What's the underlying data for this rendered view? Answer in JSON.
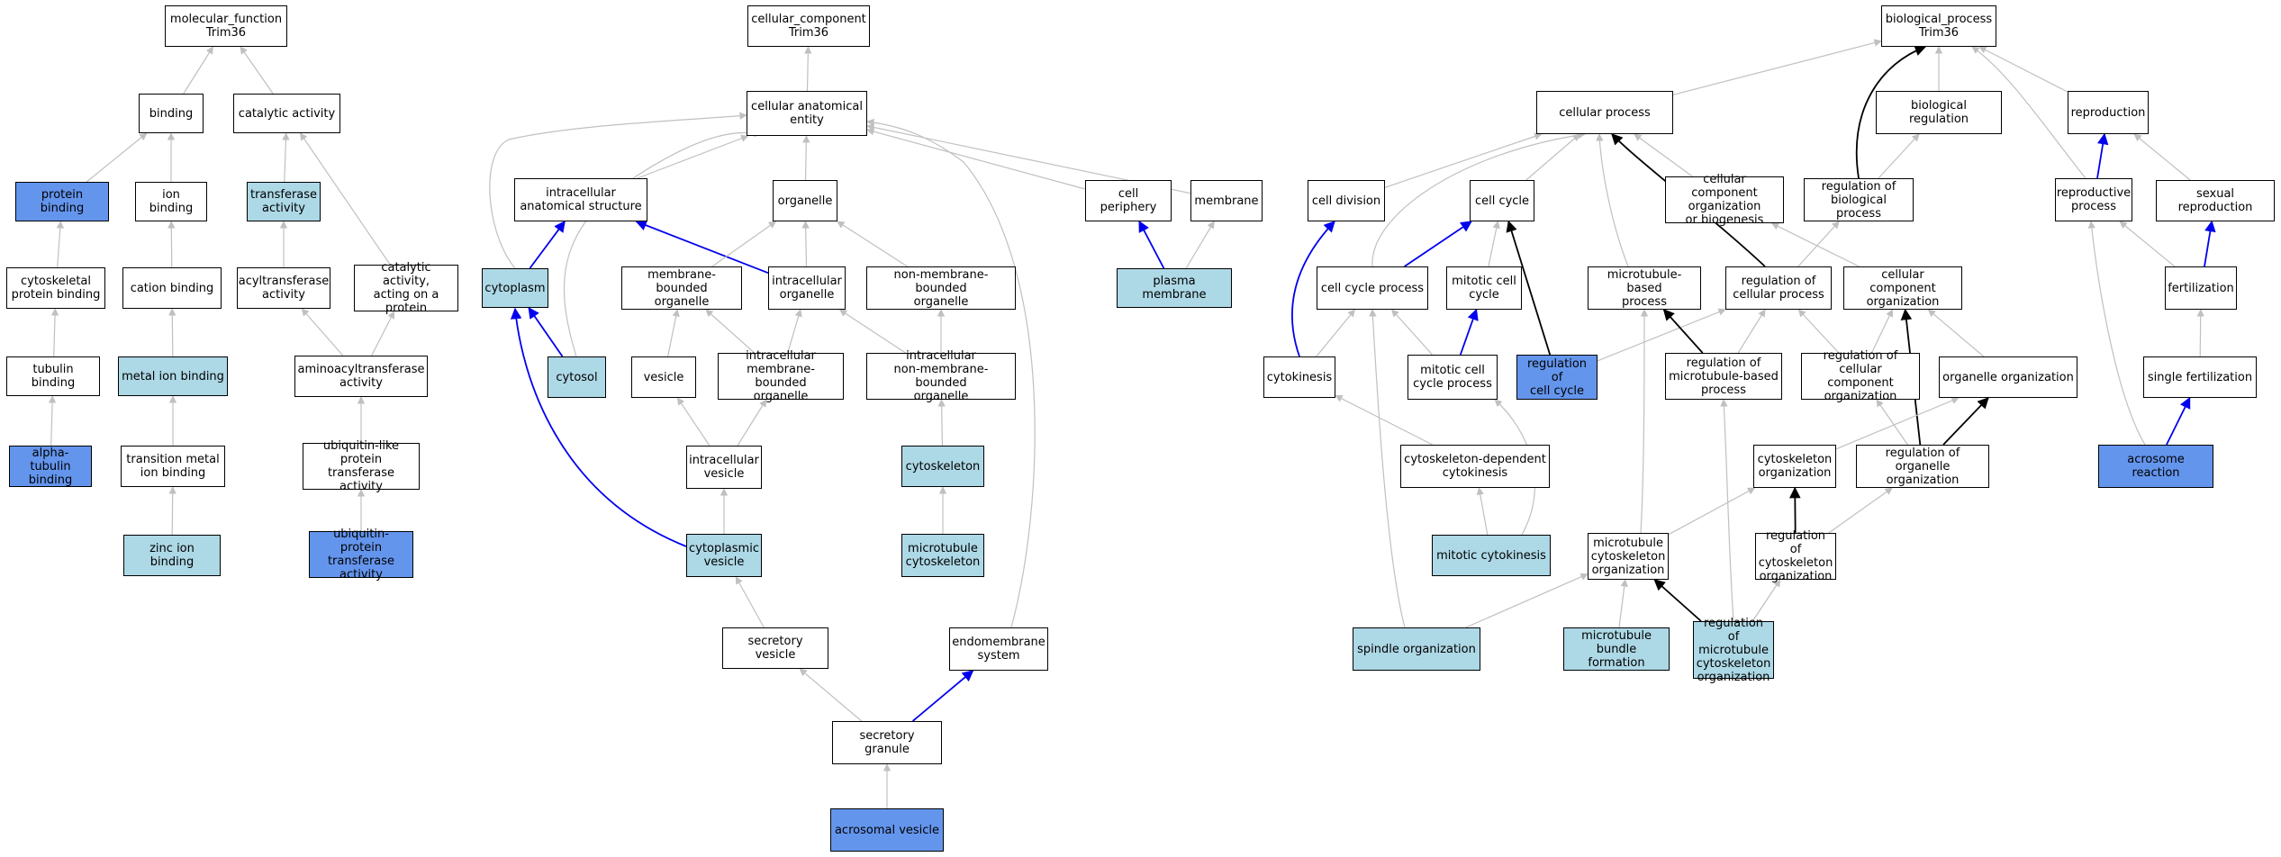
{
  "colors": {
    "dark": "#6495ed",
    "light": "#add8e6",
    "plain": "#ffffff",
    "edge_grey": "#c0c0c0",
    "edge_blue": "#0000ee",
    "edge_black": "#000000"
  },
  "nodes": {
    "mf": {
      "label": "molecular_function\nTrim36",
      "fill": "plain"
    },
    "binding": {
      "label": "binding",
      "fill": "plain"
    },
    "catalytic": {
      "label": "catalytic activity",
      "fill": "plain"
    },
    "protein_binding": {
      "label": "protein binding",
      "fill": "dark"
    },
    "ion_binding": {
      "label": "ion binding",
      "fill": "plain"
    },
    "transferase": {
      "label": "transferase\nactivity",
      "fill": "light"
    },
    "cytoskeletal_pb": {
      "label": "cytoskeletal\nprotein binding",
      "fill": "plain"
    },
    "cation_binding": {
      "label": "cation binding",
      "fill": "plain"
    },
    "acyltransferase": {
      "label": "acyltransferase\nactivity",
      "fill": "plain"
    },
    "catalytic_protein": {
      "label": "catalytic activity,\nacting on a\nprotein",
      "fill": "plain"
    },
    "tubulin_binding": {
      "label": "tubulin binding",
      "fill": "plain"
    },
    "metal_ion": {
      "label": "metal ion binding",
      "fill": "light"
    },
    "aminoacyl": {
      "label": "aminoacyltransferase\nactivity",
      "fill": "plain"
    },
    "alpha_tubulin": {
      "label": "alpha-tubulin\nbinding",
      "fill": "dark"
    },
    "transition_metal": {
      "label": "transition metal\nion binding",
      "fill": "plain"
    },
    "ubl_transferase": {
      "label": "ubiquitin-like\nprotein transferase\nactivity",
      "fill": "plain"
    },
    "zinc": {
      "label": "zinc ion binding",
      "fill": "light"
    },
    "ubq_transferase": {
      "label": "ubiquitin-protein\ntransferase\nactivity",
      "fill": "dark"
    },
    "cc": {
      "label": "cellular_component\nTrim36",
      "fill": "plain"
    },
    "cae": {
      "label": "cellular anatomical\nentity",
      "fill": "plain"
    },
    "intracellular_as": {
      "label": "intracellular\nanatomical structure",
      "fill": "plain"
    },
    "organelle": {
      "label": "organelle",
      "fill": "plain"
    },
    "cell_periphery": {
      "label": "cell periphery",
      "fill": "plain"
    },
    "membrane": {
      "label": "membrane",
      "fill": "plain"
    },
    "cytoplasm": {
      "label": "cytoplasm",
      "fill": "light"
    },
    "mbo": {
      "label": "membrane-bounded\norganelle",
      "fill": "plain"
    },
    "intra_org": {
      "label": "intracellular\norganelle",
      "fill": "plain"
    },
    "nmbo": {
      "label": "non-membrane-bounded\norganelle",
      "fill": "plain"
    },
    "plasma_membrane": {
      "label": "plasma membrane",
      "fill": "light"
    },
    "cytosol": {
      "label": "cytosol",
      "fill": "light"
    },
    "vesicle": {
      "label": "vesicle",
      "fill": "plain"
    },
    "intra_mbo": {
      "label": "intracellular\nmembrane-bounded\norganelle",
      "fill": "plain"
    },
    "intra_nmbo": {
      "label": "intracellular\nnon-membrane-bounded\norganelle",
      "fill": "plain"
    },
    "intra_vesicle": {
      "label": "intracellular\nvesicle",
      "fill": "plain"
    },
    "cytoskeleton": {
      "label": "cytoskeleton",
      "fill": "light"
    },
    "cyto_vesicle": {
      "label": "cytoplasmic\nvesicle",
      "fill": "light"
    },
    "mt_cytoskeleton": {
      "label": "microtubule\ncytoskeleton",
      "fill": "light"
    },
    "secretory_vesicle": {
      "label": "secretory vesicle",
      "fill": "plain"
    },
    "endomembrane": {
      "label": "endomembrane\nsystem",
      "fill": "plain"
    },
    "secretory_granule": {
      "label": "secretory granule",
      "fill": "plain"
    },
    "acrosomal_vesicle": {
      "label": "acrosomal vesicle",
      "fill": "dark"
    },
    "bp": {
      "label": "biological_process\nTrim36",
      "fill": "plain"
    },
    "cellular_process": {
      "label": "cellular process",
      "fill": "plain"
    },
    "bio_reg": {
      "label": "biological regulation",
      "fill": "plain"
    },
    "reproduction": {
      "label": "reproduction",
      "fill": "plain"
    },
    "cell_division": {
      "label": "cell division",
      "fill": "plain"
    },
    "cell_cycle": {
      "label": "cell cycle",
      "fill": "plain"
    },
    "cc_org_bio": {
      "label": "cellular component\norganization\nor biogenesis",
      "fill": "plain"
    },
    "reg_bio": {
      "label": "regulation of\nbiological process",
      "fill": "plain"
    },
    "repro_process": {
      "label": "reproductive\nprocess",
      "fill": "plain"
    },
    "sexual_repro": {
      "label": "sexual reproduction",
      "fill": "plain"
    },
    "cc_process": {
      "label": "cell cycle process",
      "fill": "plain"
    },
    "mitotic_cc": {
      "label": "mitotic cell\ncycle",
      "fill": "plain"
    },
    "mt_process": {
      "label": "microtubule-based\nprocess",
      "fill": "plain"
    },
    "reg_cellular": {
      "label": "regulation of\ncellular process",
      "fill": "plain"
    },
    "cc_org": {
      "label": "cellular component\norganization",
      "fill": "plain"
    },
    "fertilization": {
      "label": "fertilization",
      "fill": "plain"
    },
    "cytokinesis": {
      "label": "cytokinesis",
      "fill": "plain"
    },
    "mitotic_ccp": {
      "label": "mitotic cell\ncycle process",
      "fill": "plain"
    },
    "reg_cell_cycle": {
      "label": "regulation of\ncell cycle",
      "fill": "dark"
    },
    "reg_mt_process": {
      "label": "regulation of\nmicrotubule-based\nprocess",
      "fill": "plain"
    },
    "reg_cc_org": {
      "label": "regulation of\ncellular component\norganization",
      "fill": "plain"
    },
    "organelle_org": {
      "label": "organelle organization",
      "fill": "plain"
    },
    "single_fert": {
      "label": "single fertilization",
      "fill": "plain"
    },
    "cyto_dep_cytokinesis": {
      "label": "cytoskeleton-dependent\ncytokinesis",
      "fill": "plain"
    },
    "cytoskeleton_org": {
      "label": "cytoskeleton\norganization",
      "fill": "plain"
    },
    "reg_organelle_org": {
      "label": "regulation of\norganelle organization",
      "fill": "plain"
    },
    "acrosome_reaction": {
      "label": "acrosome reaction",
      "fill": "dark"
    },
    "mitotic_cytokinesis": {
      "label": "mitotic cytokinesis",
      "fill": "light"
    },
    "mt_cyto_org": {
      "label": "microtubule\ncytoskeleton\norganization",
      "fill": "plain"
    },
    "reg_cyto_org": {
      "label": "regulation of\ncytoskeleton\norganization",
      "fill": "plain"
    },
    "spindle_org": {
      "label": "spindle organization",
      "fill": "light"
    },
    "mt_bundle": {
      "label": "microtubule\nbundle formation",
      "fill": "light"
    },
    "reg_mt_cyto_org": {
      "label": "regulation of\nmicrotubule\ncytoskeleton\norganization",
      "fill": "light"
    }
  },
  "edges": [
    {
      "from": "binding",
      "to": "mf",
      "color": "grey"
    },
    {
      "from": "catalytic",
      "to": "mf",
      "color": "grey"
    },
    {
      "from": "protein_binding",
      "to": "binding",
      "color": "grey"
    },
    {
      "from": "ion_binding",
      "to": "binding",
      "color": "grey"
    },
    {
      "from": "transferase",
      "to": "catalytic",
      "color": "grey"
    },
    {
      "from": "catalytic_protein",
      "to": "catalytic",
      "color": "grey"
    },
    {
      "from": "cytoskeletal_pb",
      "to": "protein_binding",
      "color": "grey"
    },
    {
      "from": "cation_binding",
      "to": "ion_binding",
      "color": "grey"
    },
    {
      "from": "acyltransferase",
      "to": "transferase",
      "color": "grey"
    },
    {
      "from": "tubulin_binding",
      "to": "cytoskeletal_pb",
      "color": "grey"
    },
    {
      "from": "metal_ion",
      "to": "cation_binding",
      "color": "grey"
    },
    {
      "from": "aminoacyl",
      "to": "acyltransferase",
      "color": "grey"
    },
    {
      "from": "aminoacyl",
      "to": "catalytic_protein",
      "color": "grey"
    },
    {
      "from": "alpha_tubulin",
      "to": "tubulin_binding",
      "color": "grey"
    },
    {
      "from": "transition_metal",
      "to": "metal_ion",
      "color": "grey"
    },
    {
      "from": "ubl_transferase",
      "to": "aminoacyl",
      "color": "grey"
    },
    {
      "from": "zinc",
      "to": "transition_metal",
      "color": "grey"
    },
    {
      "from": "ubq_transferase",
      "to": "ubl_transferase",
      "color": "grey"
    },
    {
      "from": "cae",
      "to": "cc",
      "color": "grey"
    },
    {
      "from": "intracellular_as",
      "to": "cae",
      "color": "grey"
    },
    {
      "from": "organelle",
      "to": "cae",
      "color": "grey"
    },
    {
      "from": "cell_periphery",
      "to": "cae",
      "color": "grey"
    },
    {
      "from": "membrane",
      "to": "cae",
      "color": "grey"
    },
    {
      "from": "cytoplasm",
      "to": "cae",
      "color": "grey",
      "bend": "cytoplasm_cae"
    },
    {
      "from": "cytosol",
      "to": "cae",
      "color": "grey",
      "bend": "cytosol_cae"
    },
    {
      "from": "endomembrane",
      "to": "cae",
      "color": "grey",
      "bend": "endo_cae"
    },
    {
      "from": "cytoplasm",
      "to": "intracellular_as",
      "color": "blue"
    },
    {
      "from": "cytosol",
      "to": "cytoplasm",
      "color": "blue"
    },
    {
      "from": "intra_org",
      "to": "intracellular_as",
      "color": "blue"
    },
    {
      "from": "cyto_vesicle",
      "to": "cytoplasm",
      "color": "blue",
      "bend": "cytovesicle_cytoplasm"
    },
    {
      "from": "mbo",
      "to": "organelle",
      "color": "grey"
    },
    {
      "from": "intra_org",
      "to": "organelle",
      "color": "grey"
    },
    {
      "from": "nmbo",
      "to": "organelle",
      "color": "grey"
    },
    {
      "from": "plasma_membrane",
      "to": "cell_periphery",
      "color": "blue"
    },
    {
      "from": "plasma_membrane",
      "to": "membrane",
      "color": "grey"
    },
    {
      "from": "vesicle",
      "to": "mbo",
      "color": "grey"
    },
    {
      "from": "intra_mbo",
      "to": "mbo",
      "color": "grey"
    },
    {
      "from": "intra_mbo",
      "to": "intra_org",
      "color": "grey"
    },
    {
      "from": "intra_nmbo",
      "to": "intra_org",
      "color": "grey"
    },
    {
      "from": "intra_nmbo",
      "to": "nmbo",
      "color": "grey"
    },
    {
      "from": "intra_vesicle",
      "to": "vesicle",
      "color": "grey"
    },
    {
      "from": "intra_vesicle",
      "to": "intra_mbo",
      "color": "grey"
    },
    {
      "from": "cytoskeleton",
      "to": "intra_nmbo",
      "color": "grey"
    },
    {
      "from": "cyto_vesicle",
      "to": "intra_vesicle",
      "color": "grey"
    },
    {
      "from": "mt_cytoskeleton",
      "to": "cytoskeleton",
      "color": "grey"
    },
    {
      "from": "secretory_vesicle",
      "to": "cyto_vesicle",
      "color": "grey"
    },
    {
      "from": "secretory_granule",
      "to": "secretory_vesicle",
      "color": "grey"
    },
    {
      "from": "secretory_granule",
      "to": "endomembrane",
      "color": "blue"
    },
    {
      "from": "acrosomal_vesicle",
      "to": "secretory_granule",
      "color": "grey"
    },
    {
      "from": "cellular_process",
      "to": "bp",
      "color": "grey"
    },
    {
      "from": "bio_reg",
      "to": "bp",
      "color": "grey"
    },
    {
      "from": "reproduction",
      "to": "bp",
      "color": "grey"
    },
    {
      "from": "reg_bio",
      "to": "bp",
      "color": "black",
      "bend": "regbio_bp"
    },
    {
      "from": "repro_process",
      "to": "bp",
      "color": "grey",
      "bend": "repro_bp"
    },
    {
      "from": "cell_division",
      "to": "cellular_process",
      "color": "grey"
    },
    {
      "from": "cell_cycle",
      "to": "cellular_process",
      "color": "grey"
    },
    {
      "from": "cc_org_bio",
      "to": "cellular_process",
      "color": "grey"
    },
    {
      "from": "cc_process",
      "to": "cellular_process",
      "color": "grey",
      "bend": "ccproc_cp"
    },
    {
      "from": "mt_process",
      "to": "cellular_process",
      "color": "grey",
      "bend": "mtproc_cp"
    },
    {
      "from": "reg_cellular",
      "to": "cellular_process",
      "color": "black",
      "bend": "regcell_cp"
    },
    {
      "from": "reg_bio",
      "to": "bio_reg",
      "color": "grey"
    },
    {
      "from": "repro_process",
      "to": "reproduction",
      "color": "blue"
    },
    {
      "from": "sexual_repro",
      "to": "reproduction",
      "color": "grey"
    },
    {
      "from": "cytokinesis",
      "to": "cell_division",
      "color": "blue",
      "bend": "cytok_celldiv"
    },
    {
      "from": "cc_process",
      "to": "cell_cycle",
      "color": "blue"
    },
    {
      "from": "mitotic_cc",
      "to": "cell_cycle",
      "color": "grey"
    },
    {
      "from": "reg_cell_cycle",
      "to": "cell_cycle",
      "color": "black"
    },
    {
      "from": "cc_org",
      "to": "cc_org_bio",
      "color": "grey"
    },
    {
      "from": "reg_cellular",
      "to": "reg_bio",
      "color": "grey"
    },
    {
      "from": "fertilization",
      "to": "repro_process",
      "color": "grey"
    },
    {
      "from": "acrosome_reaction",
      "to": "repro_process",
      "color": "grey",
      "bend": "acro_repro"
    },
    {
      "from": "fertilization",
      "to": "sexual_repro",
      "color": "blue"
    },
    {
      "from": "cytokinesis",
      "to": "cc_process",
      "color": "grey"
    },
    {
      "from": "mitotic_ccp",
      "to": "cc_process",
      "color": "grey"
    },
    {
      "from": "spindle_org",
      "to": "cc_process",
      "color": "grey",
      "bend": "spindle_ccproc"
    },
    {
      "from": "mitotic_ccp",
      "to": "mitotic_cc",
      "color": "blue"
    },
    {
      "from": "reg_cell_cycle",
      "to": "reg_cellular",
      "color": "grey"
    },
    {
      "from": "reg_mt_process",
      "to": "reg_cellular",
      "color": "grey"
    },
    {
      "from": "reg_cc_org",
      "to": "reg_cellular",
      "color": "grey"
    },
    {
      "from": "reg_mt_process",
      "to": "mt_process",
      "color": "black"
    },
    {
      "from": "mt_cyto_org",
      "to": "mt_process",
      "color": "grey",
      "bend": "mtcyto_mtproc"
    },
    {
      "from": "reg_cc_org",
      "to": "cc_org",
      "color": "grey"
    },
    {
      "from": "organelle_org",
      "to": "cc_org",
      "color": "grey"
    },
    {
      "from": "reg_organelle_org",
      "to": "cc_org",
      "color": "black"
    },
    {
      "from": "single_fert",
      "to": "fertilization",
      "color": "grey"
    },
    {
      "from": "cyto_dep_cytokinesis",
      "to": "cytokinesis",
      "color": "grey"
    },
    {
      "from": "mitotic_cytokinesis",
      "to": "mitotic_ccp",
      "color": "grey",
      "bend": "mitcyt_mitccp"
    },
    {
      "from": "reg_mt_cyto_org",
      "to": "reg_mt_process",
      "color": "grey",
      "bend": "regmtcyto_regmt"
    },
    {
      "from": "reg_organelle_org",
      "to": "reg_cc_org",
      "color": "grey"
    },
    {
      "from": "cytoskeleton_org",
      "to": "organelle_org",
      "color": "grey"
    },
    {
      "from": "reg_organelle_org",
      "to": "organelle_org",
      "color": "black"
    },
    {
      "from": "acrosome_reaction",
      "to": "single_fert",
      "color": "blue"
    },
    {
      "from": "mitotic_cytokinesis",
      "to": "cyto_dep_cytokinesis",
      "color": "grey"
    },
    {
      "from": "reg_cyto_org",
      "to": "cytoskeleton_org",
      "color": "black"
    },
    {
      "from": "reg_cyto_org",
      "to": "reg_organelle_org",
      "color": "grey"
    },
    {
      "from": "mt_cyto_org",
      "to": "cytoskeleton_org",
      "color": "grey"
    },
    {
      "from": "spindle_org",
      "to": "mt_cyto_org",
      "color": "grey"
    },
    {
      "from": "mt_bundle",
      "to": "mt_cyto_org",
      "color": "grey"
    },
    {
      "from": "reg_mt_cyto_org",
      "to": "mt_cyto_org",
      "color": "black"
    },
    {
      "from": "reg_mt_cyto_org",
      "to": "reg_cyto_org",
      "color": "grey"
    }
  ]
}
